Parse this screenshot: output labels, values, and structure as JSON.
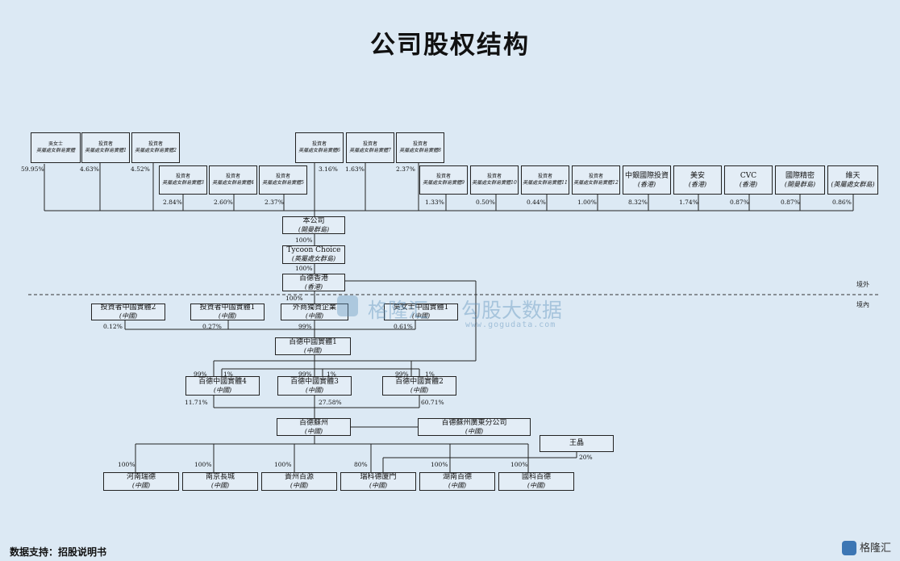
{
  "title": "公司股权结构",
  "source": "数据支持：招股说明书",
  "watermark": {
    "brand_cn": "格隆汇",
    "brand_cn2": "勾股大数据",
    "url": "www.gogudata.com"
  },
  "corner_brand": "格隆汇",
  "region": {
    "offshore": "境外",
    "onshore": "境內"
  },
  "boxes": {
    "ms_x": {
      "n": "吳女士",
      "s": "英屬處女群島實體"
    },
    "inv1": {
      "n": "投資者",
      "s": "英屬處女群島實體1"
    },
    "inv2": {
      "n": "投資者",
      "s": "英屬處女群島實體2"
    },
    "inv3": {
      "n": "投資者",
      "s": "英屬處女群島實體3"
    },
    "inv4": {
      "n": "投資者",
      "s": "英屬處女群島實體4"
    },
    "inv5": {
      "n": "投資者",
      "s": "英屬處女群島實體5"
    },
    "inv6": {
      "n": "投資者",
      "s": "英屬處女群島實體6"
    },
    "inv7": {
      "n": "投資者",
      "s": "英屬處女群島實體7"
    },
    "inv8": {
      "n": "投資者",
      "s": "英屬處女群島實體8"
    },
    "inv9": {
      "n": "投資者",
      "s": "英屬處女群島實體9"
    },
    "inv10": {
      "n": "投資者",
      "s": "英屬處女群島實體10"
    },
    "inv11": {
      "n": "投資者",
      "s": "英屬處女群島實體11"
    },
    "inv12": {
      "n": "投資者",
      "s": "英屬處女群島實體12"
    },
    "boc": {
      "n": "中銀國際投資",
      "s": "(香港)"
    },
    "meian": {
      "n": "美安",
      "s": "(香港)"
    },
    "cvc": {
      "n": "CVC",
      "s": "(香港)"
    },
    "guoji": {
      "n": "國際精密",
      "s": "(開曼群島)"
    },
    "weitian": {
      "n": "維天",
      "s": "(英屬處女群島)"
    },
    "company": {
      "n": "本公司",
      "s": "(開曼群島)"
    },
    "tycoon": {
      "n": "Tycoon Choice",
      "s": "(英屬處女群島)"
    },
    "hk": {
      "n": "百德香港",
      "s": "(香港)"
    },
    "cn_inv2": {
      "n": "投資者中國實體2",
      "s": "(中國)"
    },
    "cn_inv1": {
      "n": "投資者中國實體1",
      "s": "(中國)"
    },
    "wfoe": {
      "n": "外商獨資企業",
      "s": "(中國)"
    },
    "cn_ms": {
      "n": "吳女士中國實體1",
      "s": "(中國)"
    },
    "cn1": {
      "n": "百德中國實體1",
      "s": "(中國)"
    },
    "cn4": {
      "n": "百德中國實體4",
      "s": "(中國)"
    },
    "cn3": {
      "n": "百德中國實體3",
      "s": "(中國)"
    },
    "cn2": {
      "n": "百德中國實體2",
      "s": "(中國)"
    },
    "suzhou": {
      "n": "百德蘇州",
      "s": "(中國)"
    },
    "gd": {
      "n": "百德蘇州廣東分公司",
      "s": "(中國)"
    },
    "wang": {
      "n": "王晶",
      "s": ""
    },
    "henan": {
      "n": "河南瑞德",
      "s": "(中國)"
    },
    "nanjing": {
      "n": "南京長城",
      "s": "(中國)"
    },
    "guizhou": {
      "n": "貴州百源",
      "s": "(中國)"
    },
    "xiamen": {
      "n": "瑞科德廈門",
      "s": "(中國)"
    },
    "hunan": {
      "n": "湖南百德",
      "s": "(中國)"
    },
    "guoke": {
      "n": "國科百德",
      "s": "(中國)"
    }
  },
  "pcts": {
    "p_ms": "59.95%",
    "p_i1": "4.63%",
    "p_i2": "4.52%",
    "p_i3": "2.84%",
    "p_i4": "2.60%",
    "p_i5": "2.37%",
    "p_i6": "3.16%",
    "p_i7": "1.63%",
    "p_i8": "2.37%",
    "p_i9": "1.33%",
    "p_i10": "0.50%",
    "p_i11": "0.44%",
    "p_i12": "1.00%",
    "p_boc": "8.32%",
    "p_meian": "1.74%",
    "p_cvc": "0.87%",
    "p_guoji": "0.87%",
    "p_weitian": "0.86%",
    "p_tycoon": "100%",
    "p_hk": "100%",
    "p_hk2": "100%",
    "p_cninv2": "0.12%",
    "p_cninv1": "0.27%",
    "p_wfoe": "99%",
    "p_cnms": "0.61%",
    "p_cn4a": "99%",
    "p_cn4b": "1%",
    "p_cn3a": "99%",
    "p_cn3b": "1%",
    "p_cn2a": "99%",
    "p_cn2b": "1%",
    "p_cn4": "11.71%",
    "p_cn3": "27.58%",
    "p_cn2": "60.71%",
    "p_henan": "100%",
    "p_nanjing": "100%",
    "p_guizhou": "100%",
    "p_xiamen": "80%",
    "p_hunan": "100%",
    "p_guoke": "100%",
    "p_wang": "20%"
  }
}
